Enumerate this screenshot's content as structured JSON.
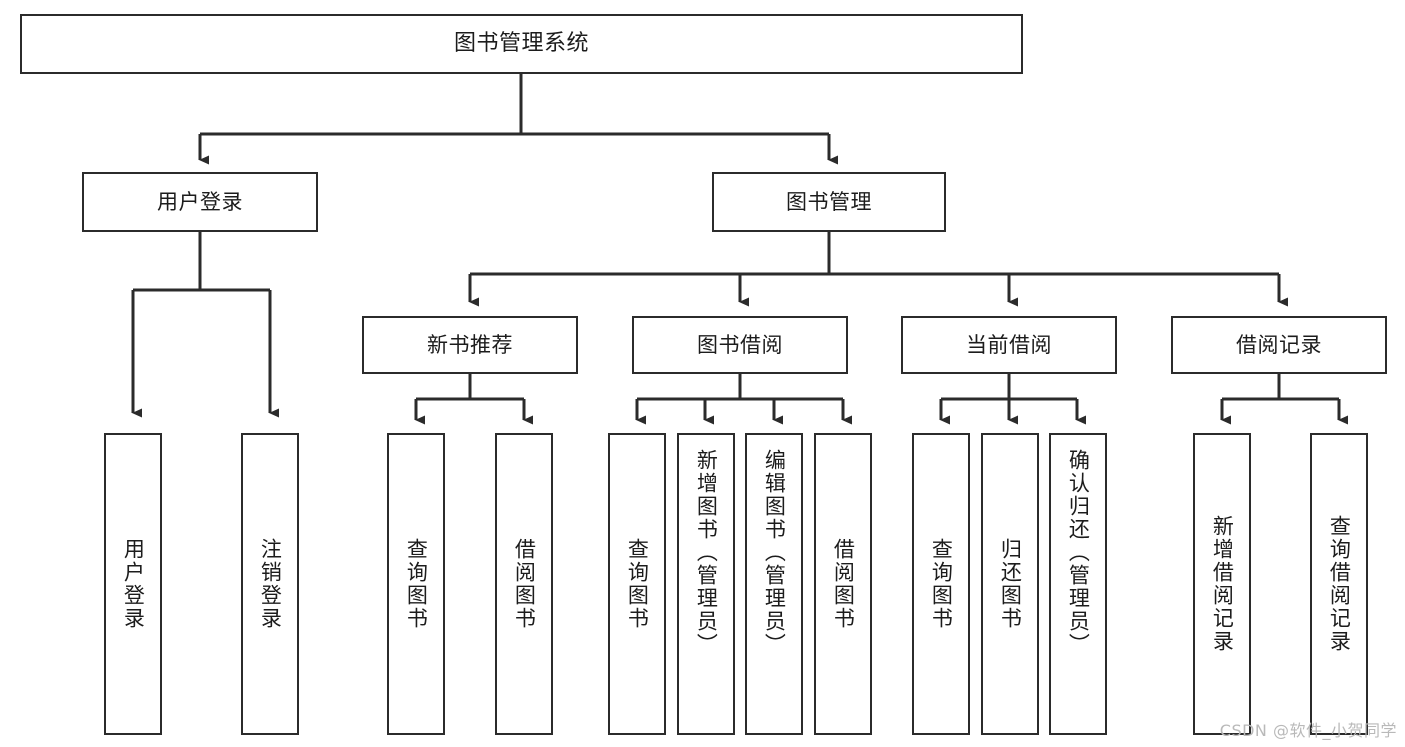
{
  "diagram": {
    "title": "图书管理系统",
    "type": "tree-hierarchy-chart",
    "watermark": "CSDN @软件_小贺同学",
    "colors": {
      "box_border": "#2b2b2b",
      "box_fill": "#ffffff",
      "connector": "#2b2b2b",
      "text": "#1c1c1c",
      "background": "#ffffff",
      "watermark": "#b9b9b9"
    },
    "root": {
      "label": "图书管理系统"
    },
    "level2": [
      {
        "label": "用户登录"
      },
      {
        "label": "图书管理"
      }
    ],
    "level3": [
      {
        "label": "新书推荐"
      },
      {
        "label": "图书借阅"
      },
      {
        "label": "当前借阅"
      },
      {
        "label": "借阅记录"
      }
    ],
    "leaves": {
      "user_login": [
        {
          "label": "用户登录"
        },
        {
          "label": "注销登录"
        }
      ],
      "new_book_recommend": [
        {
          "label": "查询图书"
        },
        {
          "label": "借阅图书"
        }
      ],
      "book_borrow": [
        {
          "label": "查询图书"
        },
        {
          "label": "新增图书（管理员）"
        },
        {
          "label": "编辑图书（管理员）"
        },
        {
          "label": "借阅图书"
        }
      ],
      "current_borrow": [
        {
          "label": "查询图书"
        },
        {
          "label": "归还图书"
        },
        {
          "label": "确认归还（管理员）"
        }
      ],
      "borrow_record": [
        {
          "label": "新增借阅记录"
        },
        {
          "label": "查询借阅记录"
        }
      ]
    }
  }
}
